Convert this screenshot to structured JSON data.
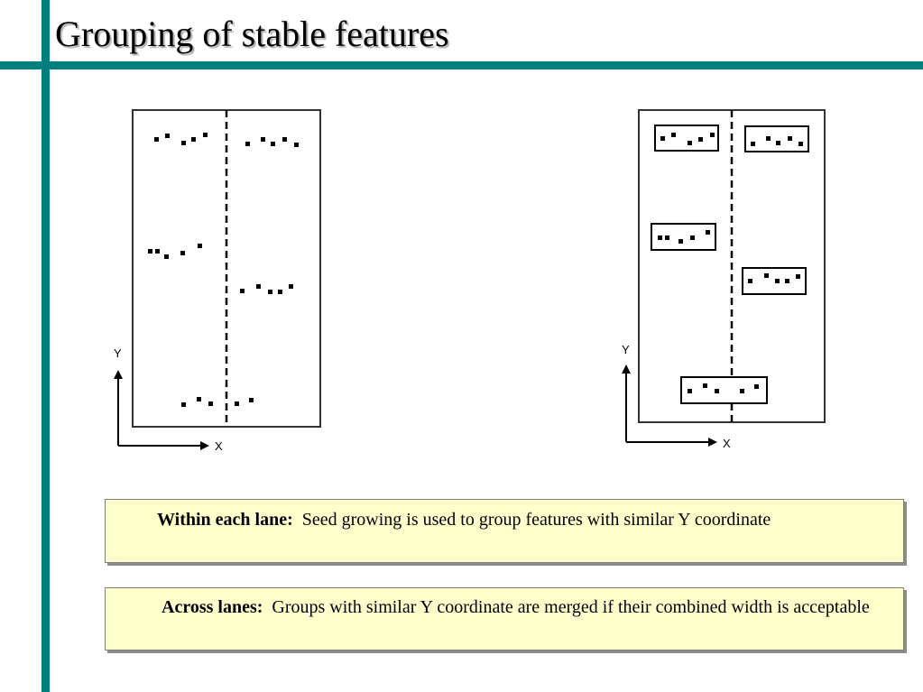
{
  "slide": {
    "title": "Grouping of stable features",
    "accent_color": "#007f7f"
  },
  "diagram": {
    "axis_y_label": "Y",
    "axis_x_label": "X"
  },
  "notes": [
    {
      "heading": "Within each lane:",
      "text": "Seed growing is used to group features with similar Y coordinate"
    },
    {
      "heading": "Across lanes:",
      "text": "Groups with similar Y coordinate are merged if their combined width is acceptable"
    }
  ]
}
